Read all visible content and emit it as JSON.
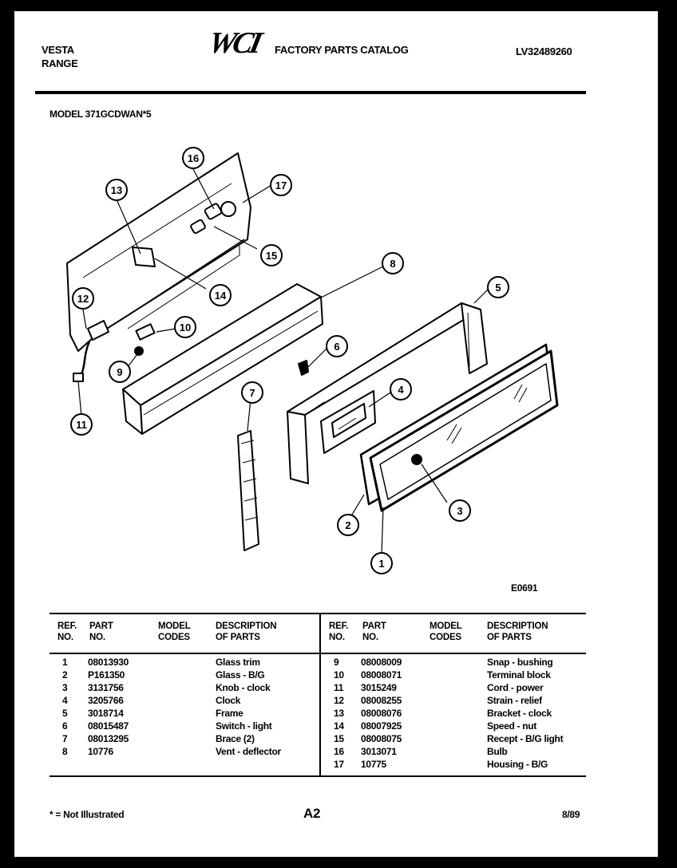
{
  "header": {
    "brand_line1": "VESTA",
    "brand_line2": "RANGE",
    "logo_text": "WCI",
    "catalog_title": "FACTORY PARTS CATALOG",
    "catalog_number": "LV32489260",
    "model_line": "MODEL 371GCDWAN*5"
  },
  "diagram": {
    "callouts": [
      "1",
      "2",
      "3",
      "4",
      "5",
      "6",
      "7",
      "8",
      "9",
      "10",
      "11",
      "12",
      "13",
      "14",
      "15",
      "16",
      "17"
    ],
    "figure_code": "E0691"
  },
  "table": {
    "headers": {
      "ref_line1": "REF.",
      "ref_line2": "NO.",
      "part_line1": "PART",
      "part_line2": "NO.",
      "model_line1": "MODEL",
      "model_line2": "CODES",
      "desc_line1": "DESCRIPTION",
      "desc_line2": "OF PARTS"
    },
    "left_rows": [
      {
        "ref": "1",
        "part": "08013930",
        "model": "",
        "desc": "Glass trim"
      },
      {
        "ref": "2",
        "part": "P161350",
        "model": "",
        "desc": "Glass - B/G"
      },
      {
        "ref": "3",
        "part": "3131756",
        "model": "",
        "desc": "Knob - clock"
      },
      {
        "ref": "4",
        "part": "3205766",
        "model": "",
        "desc": "Clock"
      },
      {
        "ref": "5",
        "part": "3018714",
        "model": "",
        "desc": "Frame"
      },
      {
        "ref": "6",
        "part": "08015487",
        "model": "",
        "desc": "Switch - light"
      },
      {
        "ref": "7",
        "part": "08013295",
        "model": "",
        "desc": "Brace (2)"
      },
      {
        "ref": "8",
        "part": "10776",
        "model": "",
        "desc": "Vent - deflector"
      }
    ],
    "right_rows": [
      {
        "ref": "9",
        "part": "08008009",
        "model": "",
        "desc": "Snap - bushing"
      },
      {
        "ref": "10",
        "part": "08008071",
        "model": "",
        "desc": "Terminal block"
      },
      {
        "ref": "11",
        "part": "3015249",
        "model": "",
        "desc": "Cord - power"
      },
      {
        "ref": "12",
        "part": "08008255",
        "model": "",
        "desc": "Strain - relief"
      },
      {
        "ref": "13",
        "part": "08008076",
        "model": "",
        "desc": "Bracket - clock"
      },
      {
        "ref": "14",
        "part": "08007925",
        "model": "",
        "desc": "Speed - nut"
      },
      {
        "ref": "15",
        "part": "08008075",
        "model": "",
        "desc": "Recept - B/G light"
      },
      {
        "ref": "16",
        "part": "3013071",
        "model": "",
        "desc": "Bulb"
      },
      {
        "ref": "17",
        "part": "10775",
        "model": "",
        "desc": "Housing - B/G"
      }
    ]
  },
  "footer": {
    "note": "* = Not Illustrated",
    "page_code": "A2",
    "date": "8/89"
  }
}
